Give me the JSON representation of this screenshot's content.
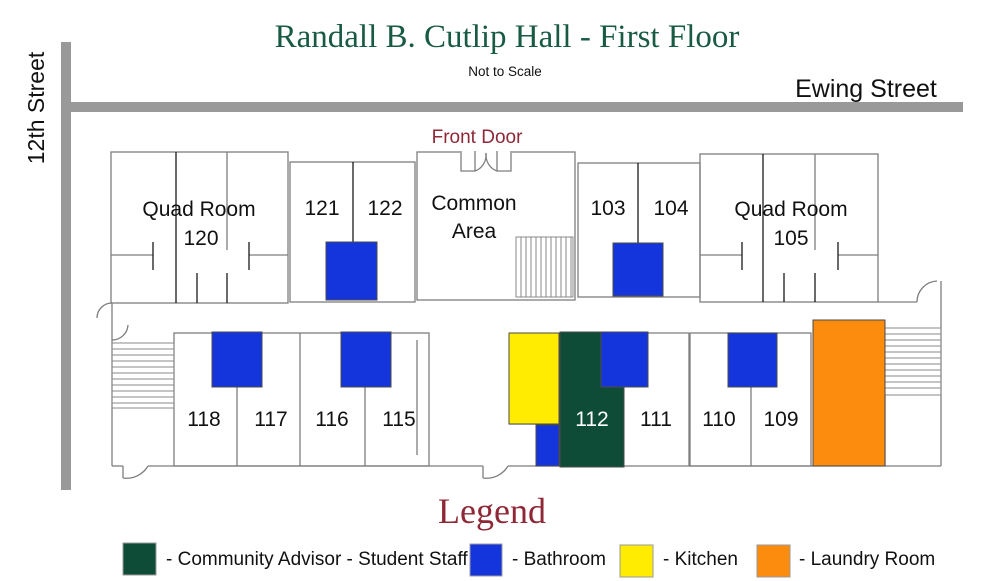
{
  "title": "Randall B. Cutlip Hall - First Floor",
  "subtitle": "Not to Scale",
  "streets": {
    "left_street": "12th Street",
    "top_street": "Ewing Street"
  },
  "labels": {
    "front_door": "Front Door"
  },
  "rooms": {
    "quad_left_name": "Quad Room",
    "quad_left_number": "120",
    "r121": "121",
    "r122": "122",
    "common_line1": "Common",
    "common_line2": "Area",
    "r103": "103",
    "r104": "104",
    "quad_right_name": "Quad Room",
    "quad_right_number": "105",
    "r118": "118",
    "r117": "117",
    "r116": "116",
    "r115": "115",
    "r112": "112",
    "r111": "111",
    "r110": "110",
    "r109": "109"
  },
  "legend": {
    "title": "Legend",
    "items": [
      {
        "label": "- Community Advisor - Student Staff",
        "color": "#0F4C38"
      },
      {
        "label": "- Bathroom",
        "color": "#1535DC"
      },
      {
        "label": "- Kitchen",
        "color": "#FFEC00"
      },
      {
        "label": "- Laundry Room",
        "color": "#FB8C0E"
      }
    ]
  },
  "colors": {
    "street_gray": "#999999",
    "wall_gray": "#7E7E7E",
    "title_green": "#185A43",
    "heading_maroon": "#8E2836",
    "text_black": "#111111",
    "room_112_text": "#FFFFFF",
    "bathroom_blue": "#1535DC",
    "advisor_green": "#0F4C38",
    "kitchen_yellow": "#FFEC00",
    "laundry_orange": "#FB8C0E"
  }
}
